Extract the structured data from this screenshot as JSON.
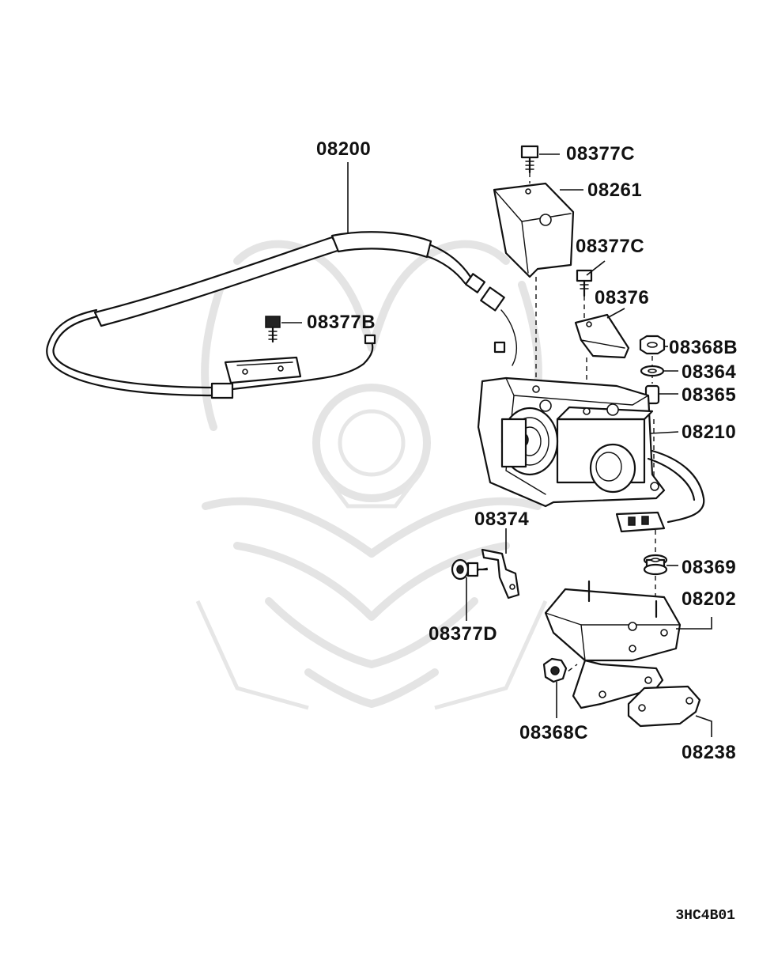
{
  "diagram": {
    "part_labels": {
      "p08200": "08200",
      "p08377C_top": "08377C",
      "p08261": "08261",
      "p08377C_mid": "08377C",
      "p08376": "08376",
      "p08377B": "08377B",
      "p08368B": "08368B",
      "p08364": "08364",
      "p08365": "08365",
      "p08210": "08210",
      "p08374": "08374",
      "p08369": "08369",
      "p08202": "08202",
      "p08377D": "08377D",
      "p08368C": "08368C",
      "p08238": "08238"
    },
    "drawing_code": "3HC4B01"
  }
}
